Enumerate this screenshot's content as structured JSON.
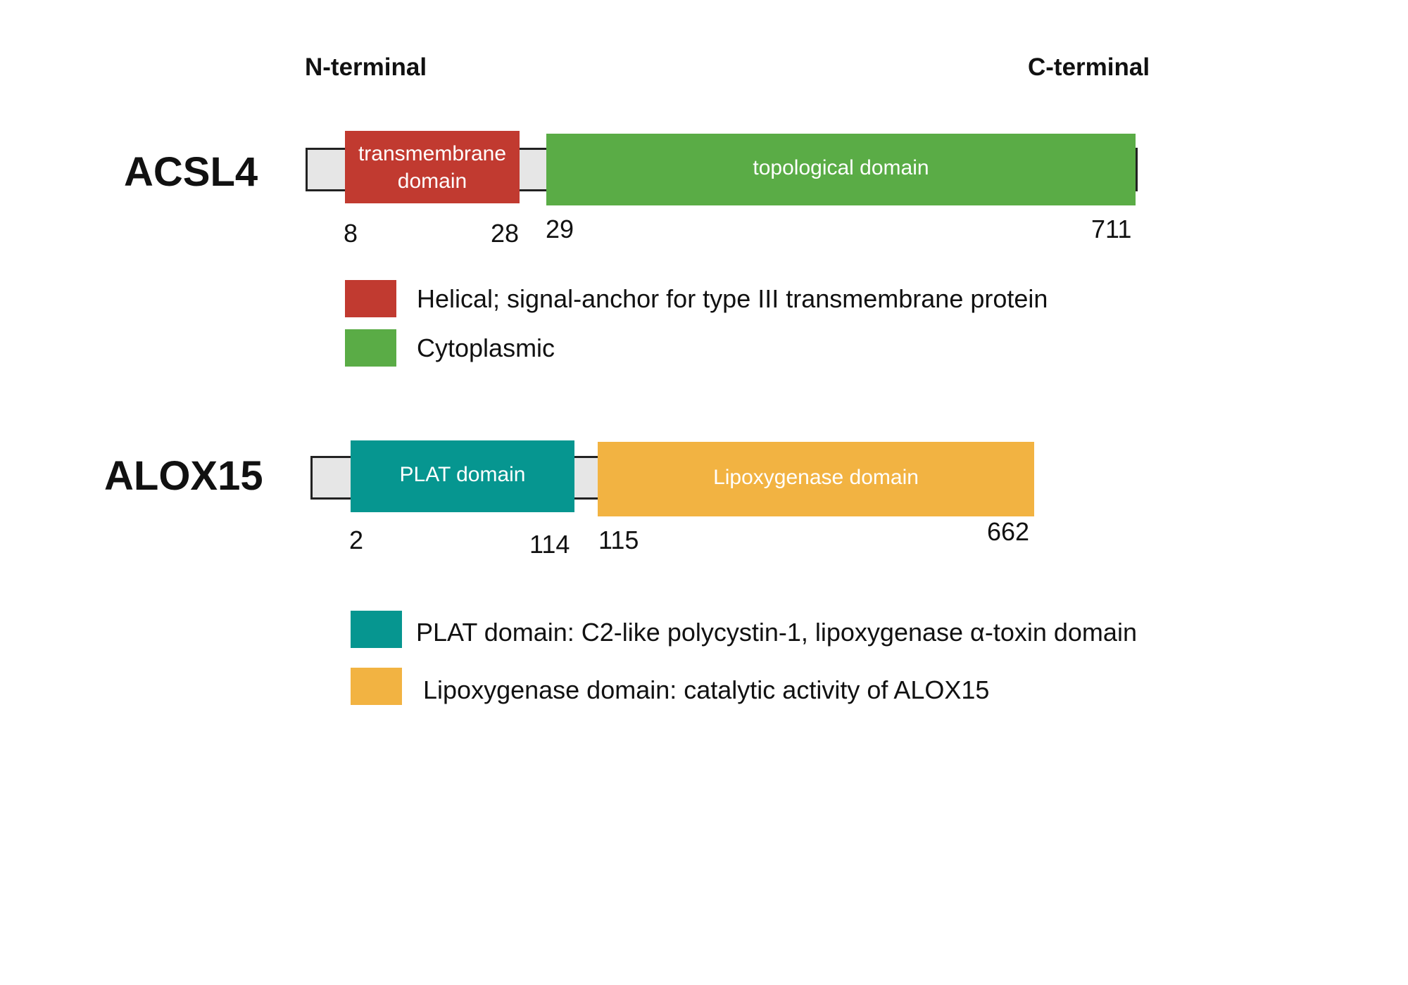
{
  "header": {
    "n_terminal": "N-terminal",
    "c_terminal": "C-terminal"
  },
  "colors": {
    "backbone": "#e6e6e6",
    "transmembrane": "#c13a30",
    "topological": "#5aac46",
    "plat": "#069690",
    "lipoxygenase": "#f2b342"
  },
  "proteins": [
    {
      "name": "ACSL4",
      "domains": [
        {
          "label": "transmembrane domain",
          "label_lines": [
            "transmembrane",
            "domain"
          ],
          "start": 8,
          "end": 28,
          "color": "#c13a30",
          "start_label": "8",
          "end_label": "28"
        },
        {
          "label": "topological domain",
          "label_lines": [
            "topological domain"
          ],
          "start": 29,
          "end": 711,
          "color": "#5aac46",
          "start_label": "29",
          "end_label": "711"
        }
      ],
      "legend": [
        {
          "color": "#c13a30",
          "text": "Helical; signal-anchor for type III transmembrane protein"
        },
        {
          "color": "#5aac46",
          "text": "Cytoplasmic"
        }
      ]
    },
    {
      "name": "ALOX15",
      "domains": [
        {
          "label": "PLAT domain",
          "label_lines": [
            "PLAT domain"
          ],
          "start": 2,
          "end": 114,
          "color": "#069690",
          "start_label": "2",
          "end_label": "114"
        },
        {
          "label": "Lipoxygenase domain",
          "label_lines": [
            "Lipoxygenase domain"
          ],
          "start": 115,
          "end": 662,
          "color": "#f2b342",
          "start_label": "115",
          "end_label": "662"
        }
      ],
      "legend": [
        {
          "color": "#069690",
          "text": " PLAT domain: C2-like polycystin-1, lipoxygenase α-toxin domain"
        },
        {
          "color": "#f2b342",
          "text": "Lipoxygenase domain: catalytic activity of ALOX15"
        }
      ]
    }
  ]
}
